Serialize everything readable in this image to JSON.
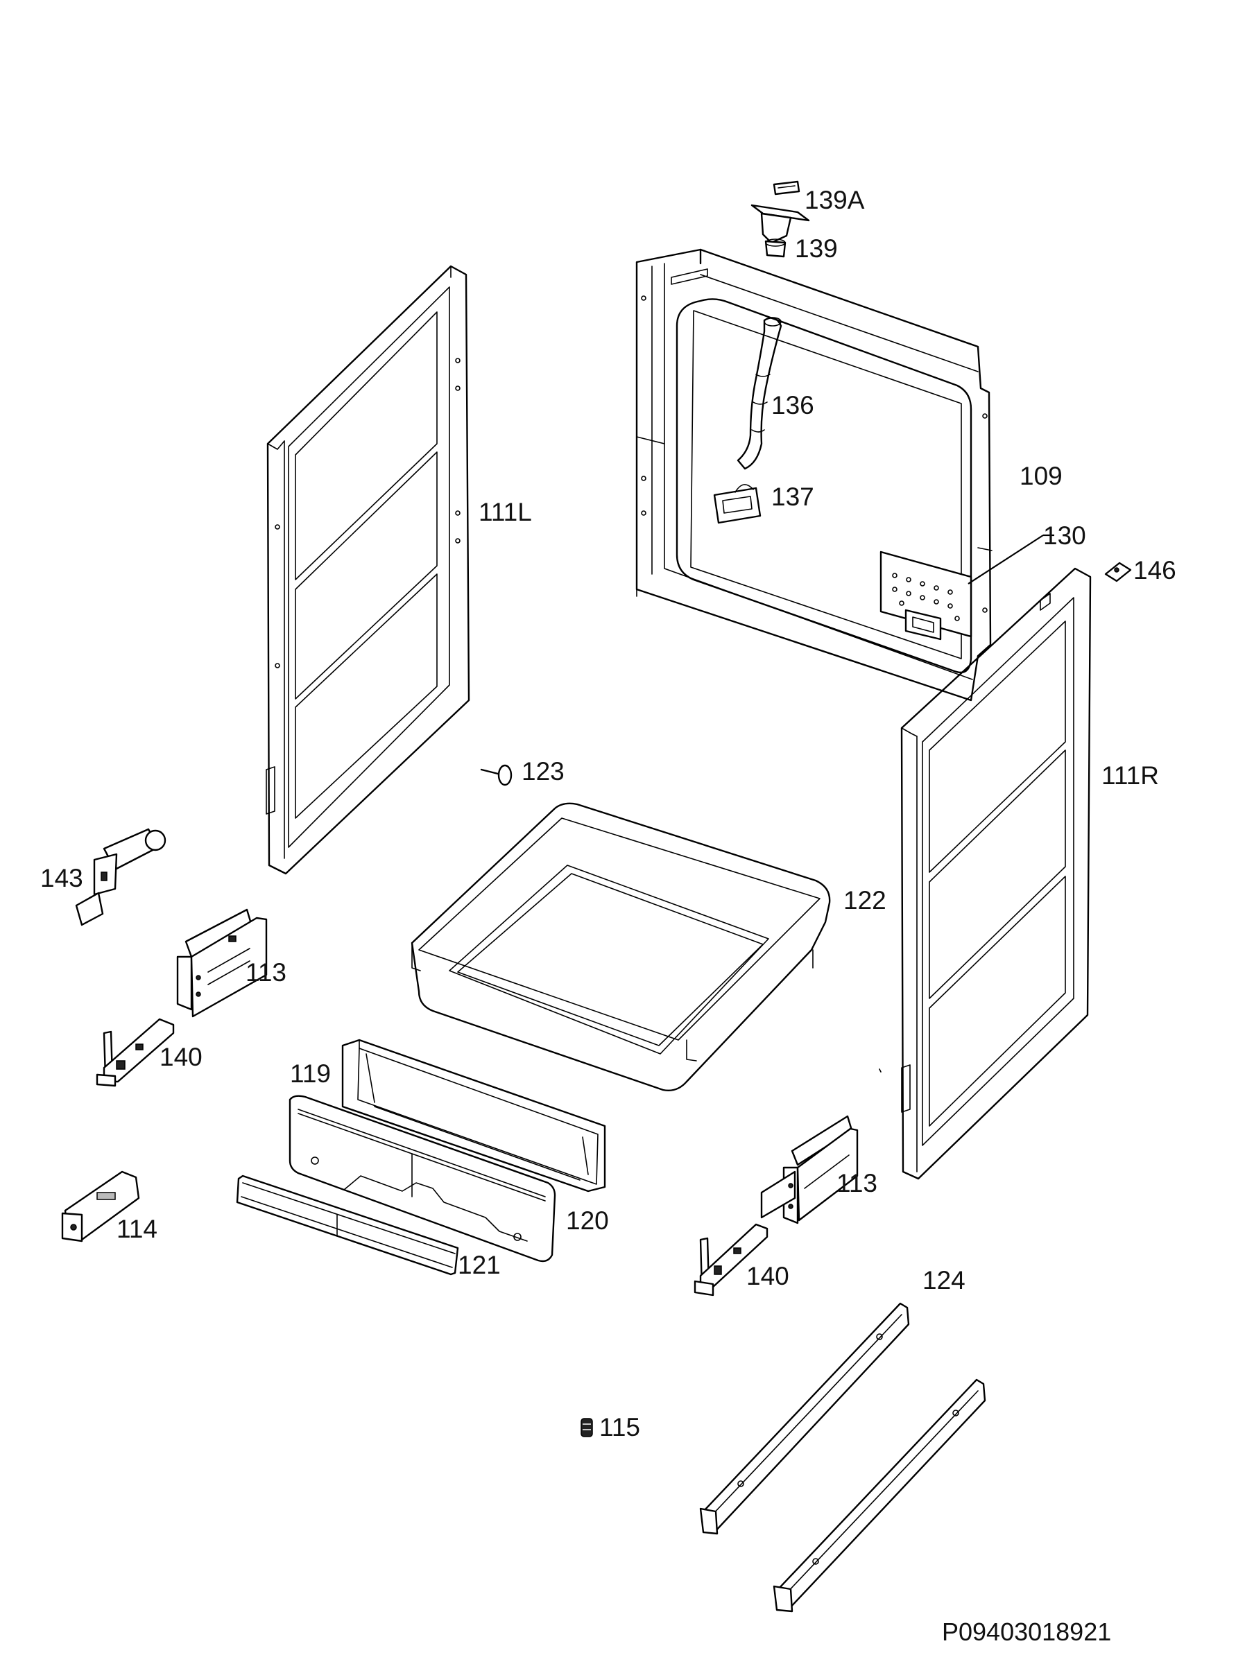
{
  "diagram_id": "P09403018921",
  "parts": [
    {
      "key": "p139a",
      "label": "139A"
    },
    {
      "key": "p139",
      "label": "139"
    },
    {
      "key": "p136",
      "label": "136"
    },
    {
      "key": "p109",
      "label": "109"
    },
    {
      "key": "p137",
      "label": "137"
    },
    {
      "key": "p130",
      "label": "130"
    },
    {
      "key": "p146",
      "label": "146"
    },
    {
      "key": "p111l",
      "label": "111L"
    },
    {
      "key": "p111r",
      "label": "111R"
    },
    {
      "key": "p123",
      "label": "123"
    },
    {
      "key": "p122",
      "label": "122"
    },
    {
      "key": "p143",
      "label": "143"
    },
    {
      "key": "p113a",
      "label": "113"
    },
    {
      "key": "p113b",
      "label": "113"
    },
    {
      "key": "p140a",
      "label": "140"
    },
    {
      "key": "p140b",
      "label": "140"
    },
    {
      "key": "p119",
      "label": "119"
    },
    {
      "key": "p120",
      "label": "120"
    },
    {
      "key": "p121",
      "label": "121"
    },
    {
      "key": "p114",
      "label": "114"
    },
    {
      "key": "p124",
      "label": "124"
    },
    {
      "key": "p115",
      "label": "115"
    }
  ]
}
